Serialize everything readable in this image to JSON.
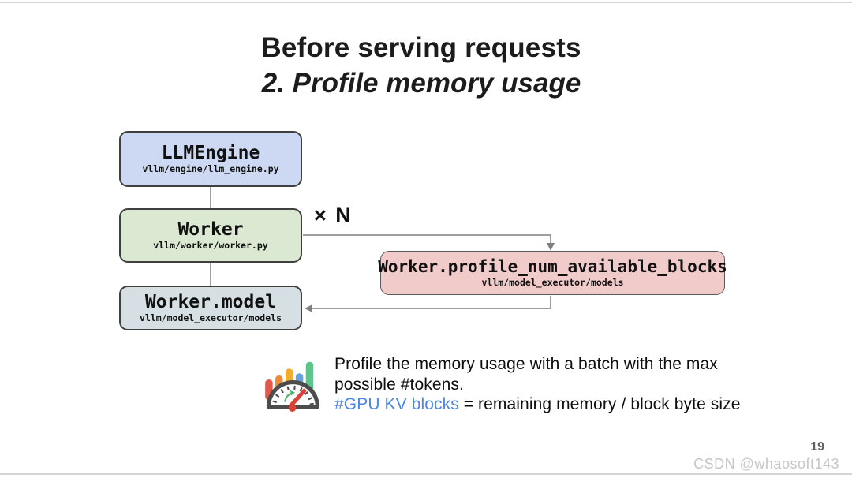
{
  "slide": {
    "title_line1": "Before serving requests",
    "title_line2": "2. Profile memory usage"
  },
  "diagram": {
    "multiplier_label": "× N",
    "connector_color": "#7f7f7f",
    "boxes": [
      {
        "id": "llm-engine",
        "title": "LLMEngine",
        "subtitle": "vllm/engine/llm_engine.py",
        "fill": "#cdd9f2"
      },
      {
        "id": "worker",
        "title": "Worker",
        "subtitle": "vllm/worker/worker.py",
        "fill": "#dbe9d3"
      },
      {
        "id": "worker-model",
        "title": "Worker.model",
        "subtitle": "vllm/model_executor/models",
        "fill": "#d6e0e4"
      },
      {
        "id": "worker-profile",
        "title": "Worker.profile_num_available_blocks",
        "subtitle": "vllm/model_executor/models",
        "fill": "#f1cbca"
      }
    ]
  },
  "note": {
    "icon": "gauge-dashboard-icon",
    "line1": "Profile the memory usage with a batch with the max",
    "line2": "possible #tokens.",
    "line3_highlight": "#GPU KV blocks",
    "line3_rest": " = remaining memory / block byte size",
    "highlight_color": "#4a86e8"
  },
  "footer": {
    "page_number": "19",
    "watermark": "CSDN @whaosoft143"
  }
}
